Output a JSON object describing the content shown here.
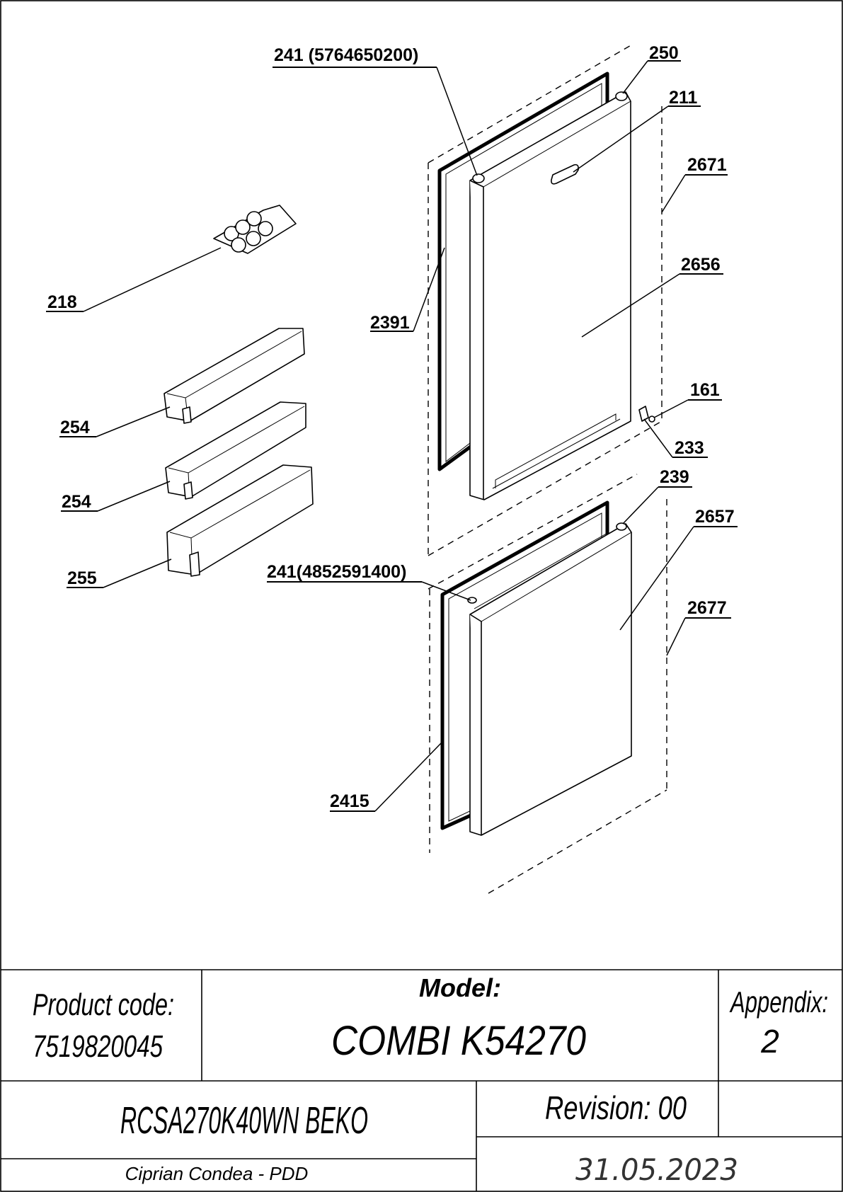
{
  "callouts": {
    "c241a": "241 (5764650200)",
    "c250": "250",
    "c211": "211",
    "c2671": "2671",
    "c2656": "2656",
    "c218": "218",
    "c2391": "2391",
    "c161": "161",
    "c233": "233",
    "c254a": "254",
    "c254b": "254",
    "c239": "239",
    "c2657": "2657",
    "c255": "255",
    "c241b": "241(4852591400)",
    "c2677": "2677",
    "c2415": "2415"
  },
  "title_block": {
    "product_code_label": "Product code:",
    "product_code": "7519820045",
    "model_label": "Model:",
    "model": "COMBI K54270",
    "appendix_label": "Appendix:",
    "appendix": "2",
    "model_code": "RCSA270K40WN BEKO",
    "revision": "Revision: 00",
    "author": "Ciprian Condea - PDD",
    "date": "31.05.2023"
  }
}
